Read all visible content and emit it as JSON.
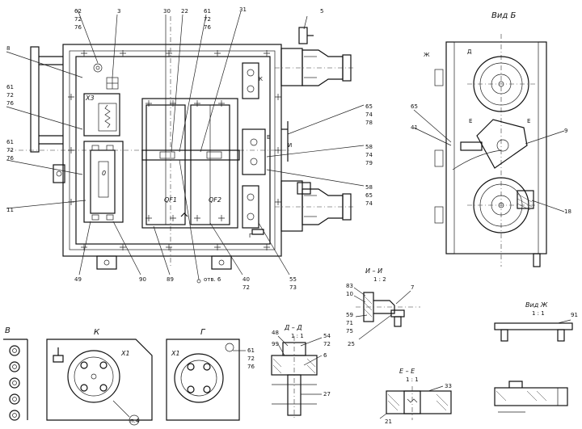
{
  "main_view": {
    "callouts": {
      "c62": "62",
      "c72a": "72",
      "c76a": "76",
      "c3": "3",
      "c30": "30",
      "c22": "22",
      "c61a": "61",
      "c72b": "72",
      "c76b": "76",
      "c31": "31",
      "c5": "5",
      "c8": "8",
      "c61b": "61",
      "c72c": "72",
      "c76c": "76",
      "c61c": "61",
      "c72d": "72",
      "c76d": "76",
      "c11": "11",
      "c49": "49",
      "c90": "90",
      "c89": "89",
      "c40": "40",
      "c72e": "72",
      "c55": "55",
      "c73": "73",
      "c65a": "65",
      "c74a": "74",
      "c78a": "78",
      "c58a": "58",
      "c74b": "74",
      "c79": "79",
      "c58b": "58",
      "c65b": "65",
      "c74c": "74"
    },
    "x3": "X3",
    "qf1": "QF1",
    "qf2": "QF2",
    "k_mark": "К",
    "g_mark": "Г",
    "i_mark": "И",
    "b_mark": "Б",
    "zero": "0",
    "hole_note": "отв. 6"
  },
  "view_b": {
    "title": "Вид Б",
    "callouts": {
      "c65": "65",
      "c41": "41",
      "c9": "9",
      "c18": "18"
    },
    "marks": {
      "zh": "Ж",
      "dd": "Д",
      "ee": "Е",
      "e2": "Е"
    }
  },
  "bottom": {
    "v_title": "В",
    "k_title": "К",
    "k_x1": "X1",
    "k_note": "п.4",
    "g_title": "Г",
    "g_x1": "X1",
    "g_callouts": [
      "61",
      "72",
      "76"
    ],
    "d_title": "Д – Д",
    "d_scale": "1 : 1",
    "d_callouts": {
      "c48": "48",
      "c99": "99",
      "c54": "54",
      "c72": "72",
      "c6": "6",
      "c27": "27"
    },
    "i_title": "И – И",
    "i_scale": "1 : 2",
    "i_callouts": {
      "c83": "83",
      "c10": "10",
      "c7": "7",
      "c59": "59",
      "c71": "71",
      "c75": "75",
      "c25": "25"
    },
    "e_title": "Е – Е",
    "e_scale": "1 : 1",
    "e_callouts": {
      "c33": "33",
      "c21": "21"
    },
    "zh_title": "Вид Ж",
    "zh_scale": "1 : 1",
    "zh_callouts": {
      "c91": "91"
    }
  }
}
